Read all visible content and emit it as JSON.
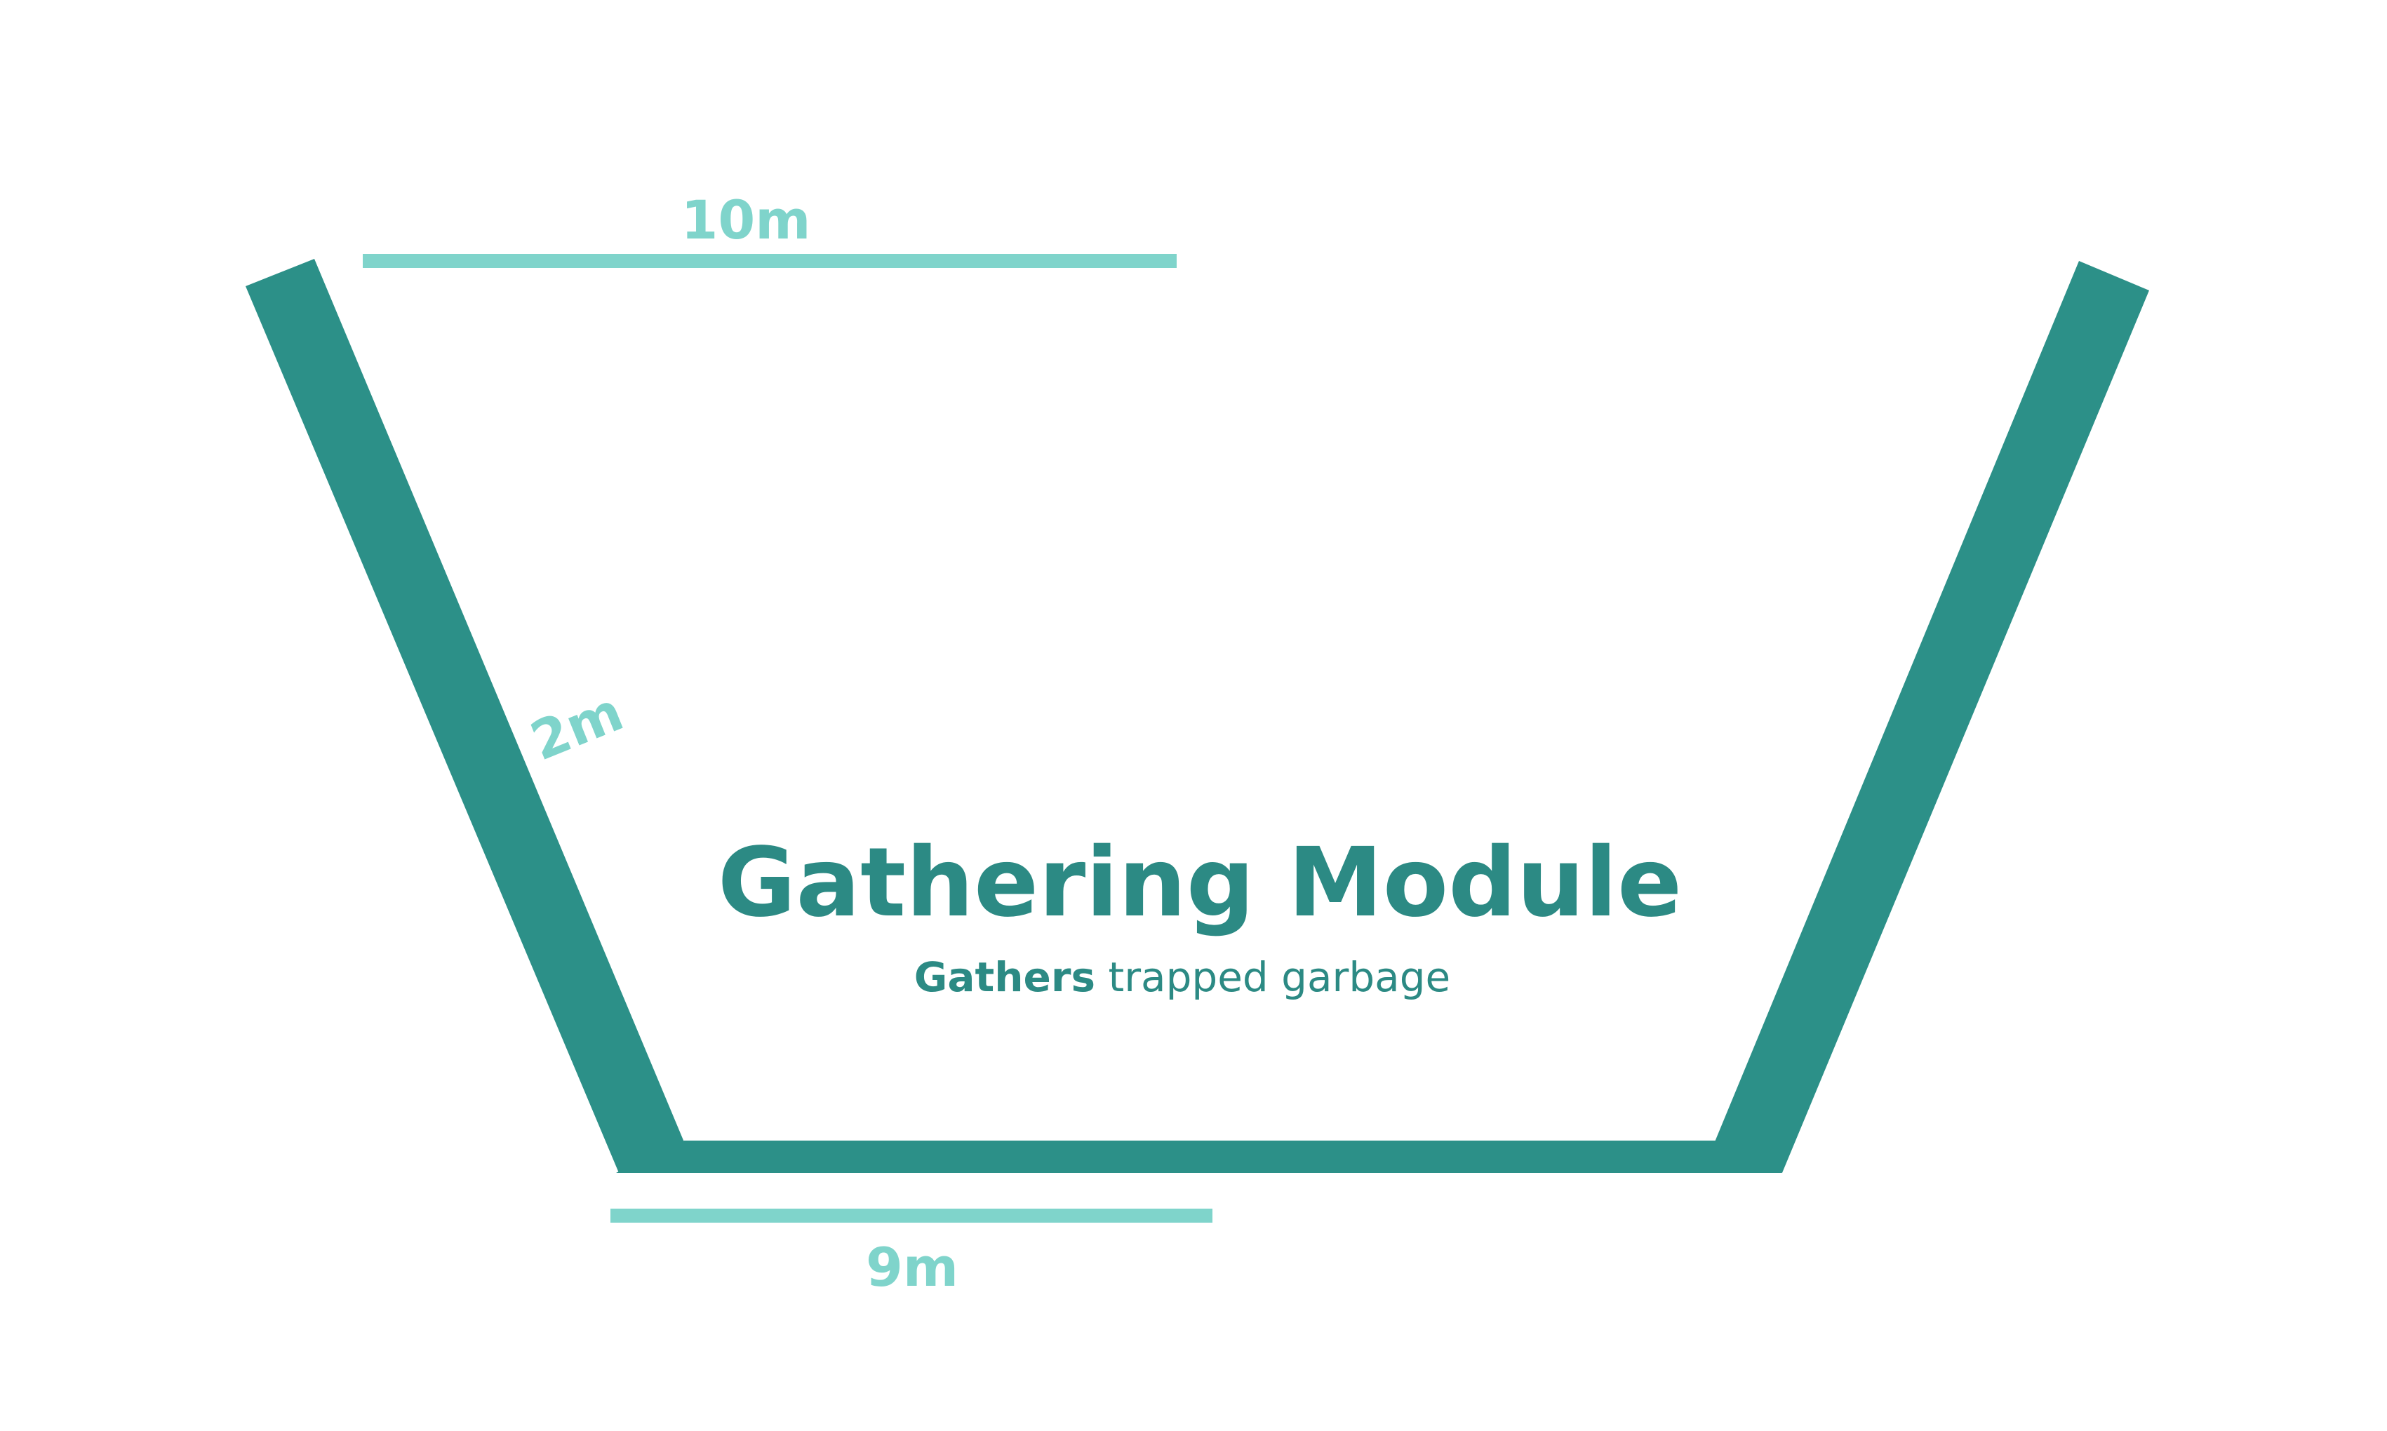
{
  "colors": {
    "structure": "#2c9088",
    "dimension": "#7fd4cb",
    "text": "#2c8a84",
    "background": "#ffffff"
  },
  "diagram": {
    "title": "Gathering Module",
    "subtitle": {
      "emphasis": "Gathers",
      "rest": " trapped garbage"
    },
    "dimensions": {
      "top": "10m",
      "side": "2m",
      "bottom": "9m"
    }
  }
}
